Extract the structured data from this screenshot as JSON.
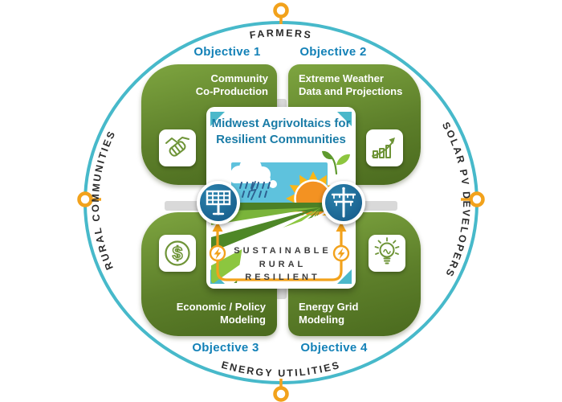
{
  "title": {
    "line1": "Midwest Agrivoltaics for",
    "line2": "Resilient Communities"
  },
  "center_keywords": {
    "line1": "SUSTAINABLE",
    "line2": "RURAL",
    "line3": "RESILIENT"
  },
  "ring": {
    "top": "FARMERS",
    "left": "RURAL COMMUNITIES",
    "right": "SOLAR PV DEVELOPERS",
    "bottom": "ENERGY UTILITIES"
  },
  "objectives": [
    {
      "label": "Objective 1",
      "line1": "Community",
      "line2": "Co-Production",
      "icon": "handshake-icon"
    },
    {
      "label": "Objective 2",
      "line1": "Extreme Weather",
      "line2": "Data and Projections",
      "icon": "growth-chart-icon"
    },
    {
      "label": "Objective 3",
      "line1": "Economic / Policy",
      "line2": "Modeling",
      "icon": "dollar-icon"
    },
    {
      "label": "Objective 4",
      "line1": "Energy Grid",
      "line2": "Modeling",
      "icon": "lightbulb-icon"
    }
  ],
  "colors": {
    "ring_teal": "#47b9ca",
    "connector_orange": "#f2a21c",
    "panel_green": "#5d7f2a",
    "objective_blue": "#1381b7",
    "title_teal": "#1a7ca7",
    "medallion_blue": "#1d6e9e",
    "sky_blue": "#5ec2dd",
    "field_green": "#4e8727"
  }
}
